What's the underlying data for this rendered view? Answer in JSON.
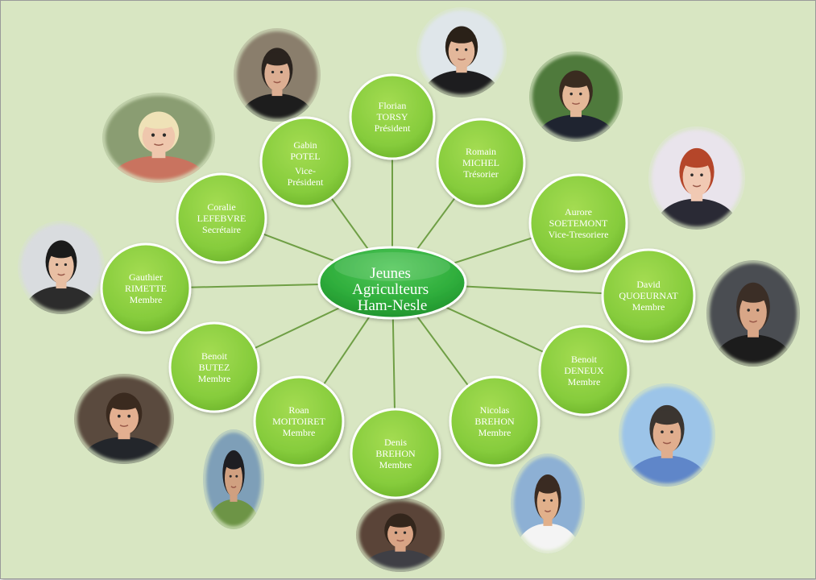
{
  "hub": {
    "lines": [
      "Jeunes",
      "Agriculteurs",
      "Ham-Nesle"
    ],
    "color": "#2fae3c"
  },
  "node_color": "#86cc3c",
  "connector_color": "#6f9f45",
  "members": [
    {
      "id": "florian-torsy",
      "lines": [
        "Florian",
        "TORSY",
        "Président"
      ]
    },
    {
      "id": "romain-michel",
      "lines": [
        "Romain",
        "MICHEL",
        "Trésorier"
      ]
    },
    {
      "id": "aurore-soetemont",
      "lines": [
        "Aurore",
        "SOETEMONT",
        "Vice-Tresoriere"
      ]
    },
    {
      "id": "david-quoeurnat",
      "lines": [
        "David",
        "QUOEURNAT",
        "Membre"
      ]
    },
    {
      "id": "benoit-deneux",
      "lines": [
        "Benoit",
        "DENEUX",
        "Membre"
      ]
    },
    {
      "id": "nicolas-brehon",
      "lines": [
        "Nicolas",
        "BREHON",
        "Membre"
      ]
    },
    {
      "id": "denis-brehon",
      "lines": [
        "Denis",
        "BREHON",
        "Membre"
      ]
    },
    {
      "id": "roan-moitoiret",
      "lines": [
        "Roan",
        "MOITOIRET",
        "Membre"
      ]
    },
    {
      "id": "benoit-butez",
      "lines": [
        "Benoit",
        "BUTEZ",
        "Membre"
      ]
    },
    {
      "id": "gauthier-rimette",
      "lines": [
        "Gauthier",
        "RIMETTE",
        "Membre"
      ]
    },
    {
      "id": "coralie-lefebvre",
      "lines": [
        "Coralie",
        "LEFEBVRE",
        "Secrétaire"
      ]
    },
    {
      "id": "gabin-potel",
      "lines": [
        "Gabin",
        "POTEL",
        "Vice-",
        "Président"
      ]
    }
  ],
  "photos": [
    {
      "id": "florian-torsy",
      "skin": "#e3b79a",
      "hair": "#2a2118",
      "shirt": "#1d1d1f",
      "bg": "#dfe6ea"
    },
    {
      "id": "romain-michel",
      "skin": "#e4b898",
      "hair": "#3a2c20",
      "shirt": "#1f2430",
      "bg": "#4f7a3c"
    },
    {
      "id": "aurore-soetemont",
      "skin": "#f1c9b3",
      "hair": "#b5462a",
      "shirt": "#2a2a35",
      "bg": "#e9e4ec"
    },
    {
      "id": "david-quoeurnat",
      "skin": "#d8a687",
      "hair": "#3b2e26",
      "shirt": "#1c1c1c",
      "bg": "#4a4d52"
    },
    {
      "id": "benoit-deneux",
      "skin": "#e0ae8e",
      "hair": "#3b3530",
      "shirt": "#5f86c9",
      "bg": "#9cc4e8"
    },
    {
      "id": "nicolas-brehon",
      "skin": "#e1b08b",
      "hair": "#3a2b22",
      "shirt": "#f4f4f4",
      "bg": "#8db0d4"
    },
    {
      "id": "denis-brehon",
      "skin": "#d9a485",
      "hair": "#33261c",
      "shirt": "#3f3f45",
      "bg": "#5a4438"
    },
    {
      "id": "roan-moitoiret",
      "skin": "#d0a080",
      "hair": "#1e1e22",
      "shirt": "#6d9446",
      "bg": "#7e9fb8"
    },
    {
      "id": "benoit-butez",
      "skin": "#e3af90",
      "hair": "#3a2a1f",
      "shirt": "#23262b",
      "bg": "#5a4a3e"
    },
    {
      "id": "gauthier-rimette",
      "skin": "#e8bfa3",
      "hair": "#1b1b1b",
      "shirt": "#2c2c2c",
      "bg": "#d9dcdf"
    },
    {
      "id": "coralie-lefebvre",
      "skin": "#efc7ad",
      "hair": "#efe2b7",
      "shirt": "#c9735f",
      "bg": "#8a9d72"
    },
    {
      "id": "gabin-potel",
      "skin": "#dcae92",
      "hair": "#2a231e",
      "shirt": "#1d1d1d",
      "bg": "#8a7e6c"
    }
  ]
}
